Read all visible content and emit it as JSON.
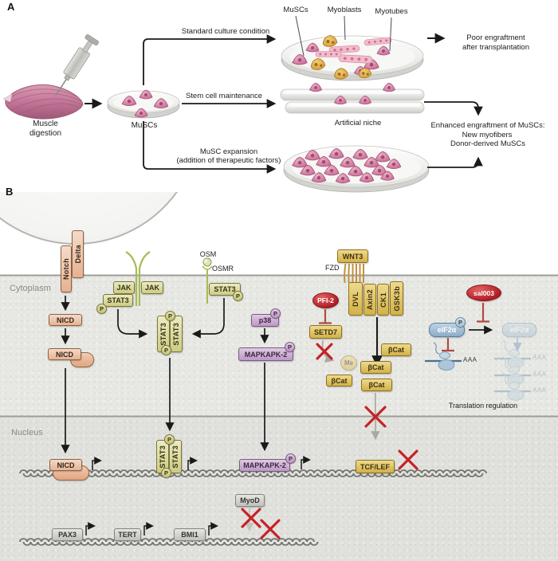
{
  "panelA": {
    "label": "A",
    "muscle_line1": "Muscle",
    "muscle_line2": "digestion",
    "muscs": "MuSCs",
    "branch_top": "Standard culture condition",
    "branch_mid": "Stem cell maintenance",
    "branch_bot1": "MuSC expansion",
    "branch_bot2": "(addition of therapeutic factors)",
    "dish_labels": {
      "muscs": "MuSCs",
      "myoblasts": "Myoblasts",
      "myotubes": "Myotubes"
    },
    "poor1": "Poor engraftment",
    "poor2": "after transplantation",
    "niche": "Artificial niche",
    "enhanced1": "Enhanced engraftment of MuSCs:",
    "enhanced2": "New myofibers",
    "enhanced3": "Donor-derived MuSCs"
  },
  "panelB": {
    "label": "B",
    "cytoplasm": "Cytoplasm",
    "nucleus": "Nucleus",
    "proteins": {
      "notch": "Notch",
      "delta": "Delta",
      "nicd": "NICD",
      "jak": "JAK",
      "stat3": "STAT3",
      "p": "P",
      "osm": "OSM",
      "osmr": "OSMR",
      "p38": "p38",
      "mapkapk2": "MAPKAPK-2",
      "wnt3": "WNT3",
      "fzd": "FZD",
      "dvl": "DVL",
      "axin2": "Axin2",
      "ck1": "CK1",
      "gsk3b": "GSK3b",
      "bcat": "βCat",
      "tcflef": "TCF/LEF",
      "pfi2": "PFI-2",
      "setd7": "SETD7",
      "me": "Me",
      "sal003": "sal003",
      "eif2a": "eIF2α",
      "myod": "MyoD",
      "pax3": "PAX3",
      "tert": "TERT",
      "bmi1": "BMI1"
    },
    "translation": "Translation regulation",
    "aaa": "AAA",
    "colors": {
      "salmon": "#e9bb9b",
      "olive": "#dcdb9e",
      "purple": "#cbadd1",
      "gold": "#e2c361",
      "red_ellipse": "#bb2028",
      "blue": "#a3c0d6",
      "gray_box": "#d4d4ce",
      "inhibit": "#b04a42",
      "cross": "#c52127",
      "dna": "#74746e"
    }
  }
}
